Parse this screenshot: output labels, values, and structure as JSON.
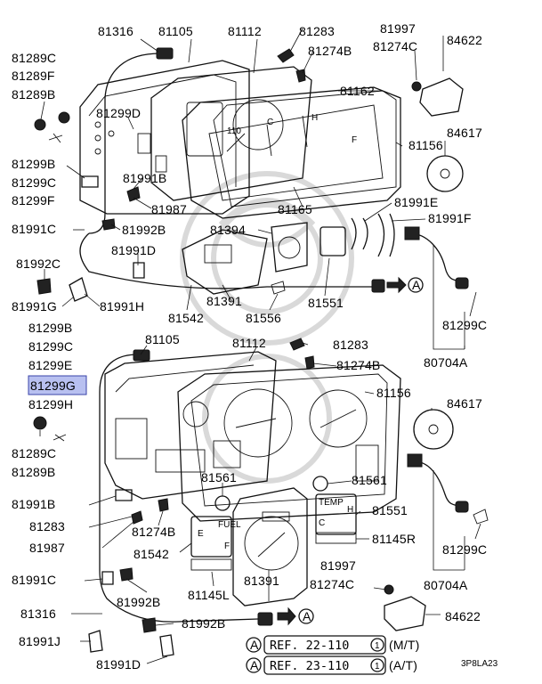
{
  "diagram": {
    "highlight_label": "81299G",
    "upper_labels": [
      {
        "id": "81316a",
        "text": "81316"
      },
      {
        "id": "81105a",
        "text": "81105"
      },
      {
        "id": "81112a",
        "text": "81112"
      },
      {
        "id": "81283a",
        "text": "81283"
      },
      {
        "id": "81997a",
        "text": "81997"
      },
      {
        "id": "81274Ba",
        "text": "81274B"
      },
      {
        "id": "81274Ca",
        "text": "81274C"
      },
      {
        "id": "84622a",
        "text": "84622"
      },
      {
        "id": "81289C",
        "text": "81289C"
      },
      {
        "id": "81289F",
        "text": "81289F"
      },
      {
        "id": "81289B",
        "text": "81289B"
      },
      {
        "id": "81162",
        "text": "81162"
      },
      {
        "id": "81299D",
        "text": "81299D"
      },
      {
        "id": "81156a",
        "text": "81156"
      },
      {
        "id": "84617a",
        "text": "84617"
      },
      {
        "id": "81299B",
        "text": "81299B"
      },
      {
        "id": "81299Ca",
        "text": "81299C"
      },
      {
        "id": "81299F",
        "text": "81299F"
      },
      {
        "id": "81991B",
        "text": "81991B"
      },
      {
        "id": "81987a",
        "text": "81987"
      },
      {
        "id": "81165",
        "text": "81165"
      },
      {
        "id": "81991E",
        "text": "81991E"
      },
      {
        "id": "81991F",
        "text": "81991F"
      },
      {
        "id": "81991Ca",
        "text": "81991C"
      },
      {
        "id": "81992Ba",
        "text": "81992B"
      },
      {
        "id": "81394",
        "text": "81394"
      },
      {
        "id": "81991D",
        "text": "81991D"
      },
      {
        "id": "81992C",
        "text": "81992C"
      },
      {
        "id": "81991G",
        "text": "81991G"
      },
      {
        "id": "81991H",
        "text": "81991H"
      },
      {
        "id": "81391a",
        "text": "81391"
      },
      {
        "id": "81551a",
        "text": "81551"
      },
      {
        "id": "81542a",
        "text": "81542"
      },
      {
        "id": "81556",
        "text": "81556"
      },
      {
        "id": "81299Cb",
        "text": "81299C"
      },
      {
        "id": "80704Aa",
        "text": "80704A"
      }
    ],
    "lower_labels": [
      {
        "id": "81299B2",
        "text": "81299B"
      },
      {
        "id": "81299C2",
        "text": "81299C"
      },
      {
        "id": "81299E",
        "text": "81299E"
      },
      {
        "id": "81105b",
        "text": "81105"
      },
      {
        "id": "81112b",
        "text": "81112"
      },
      {
        "id": "81283b",
        "text": "81283"
      },
      {
        "id": "81274Bb",
        "text": "81274B"
      },
      {
        "id": "81156b",
        "text": "81156"
      },
      {
        "id": "81299H",
        "text": "81299H"
      },
      {
        "id": "84617b",
        "text": "84617"
      },
      {
        "id": "81289Cb",
        "text": "81289C"
      },
      {
        "id": "81289Bb",
        "text": "81289B"
      },
      {
        "id": "81561a",
        "text": "81561"
      },
      {
        "id": "81561b",
        "text": "81561"
      },
      {
        "id": "81991Bb",
        "text": "81991B"
      },
      {
        "id": "81551b",
        "text": "81551"
      },
      {
        "id": "81283c",
        "text": "81283"
      },
      {
        "id": "81987b",
        "text": "81987"
      },
      {
        "id": "81274Bc",
        "text": "81274B"
      },
      {
        "id": "81542b",
        "text": "81542"
      },
      {
        "id": "81145R",
        "text": "81145R"
      },
      {
        "id": "81299Cc",
        "text": "81299C"
      },
      {
        "id": "81997b",
        "text": "81997"
      },
      {
        "id": "81991Cb",
        "text": "81991C"
      },
      {
        "id": "81992Bb",
        "text": "81992B"
      },
      {
        "id": "81145L",
        "text": "81145L"
      },
      {
        "id": "81391b",
        "text": "81391"
      },
      {
        "id": "81274Cb",
        "text": "81274C"
      },
      {
        "id": "80704Ab",
        "text": "80704A"
      },
      {
        "id": "81316b",
        "text": "81316"
      },
      {
        "id": "84622b",
        "text": "84622"
      },
      {
        "id": "81992Bc",
        "text": "81992B"
      },
      {
        "id": "81991J",
        "text": "81991J"
      },
      {
        "id": "81991Db",
        "text": "81991D"
      }
    ],
    "arrow_marker": "A",
    "references": [
      {
        "marker": "A",
        "text": "REF. 22-110",
        "circled": "1",
        "note": "(M/T)"
      },
      {
        "marker": "A",
        "text": "REF. 23-110",
        "circled": "1",
        "note": "(A/T)"
      }
    ],
    "diagram_code": "3P8LA23"
  }
}
